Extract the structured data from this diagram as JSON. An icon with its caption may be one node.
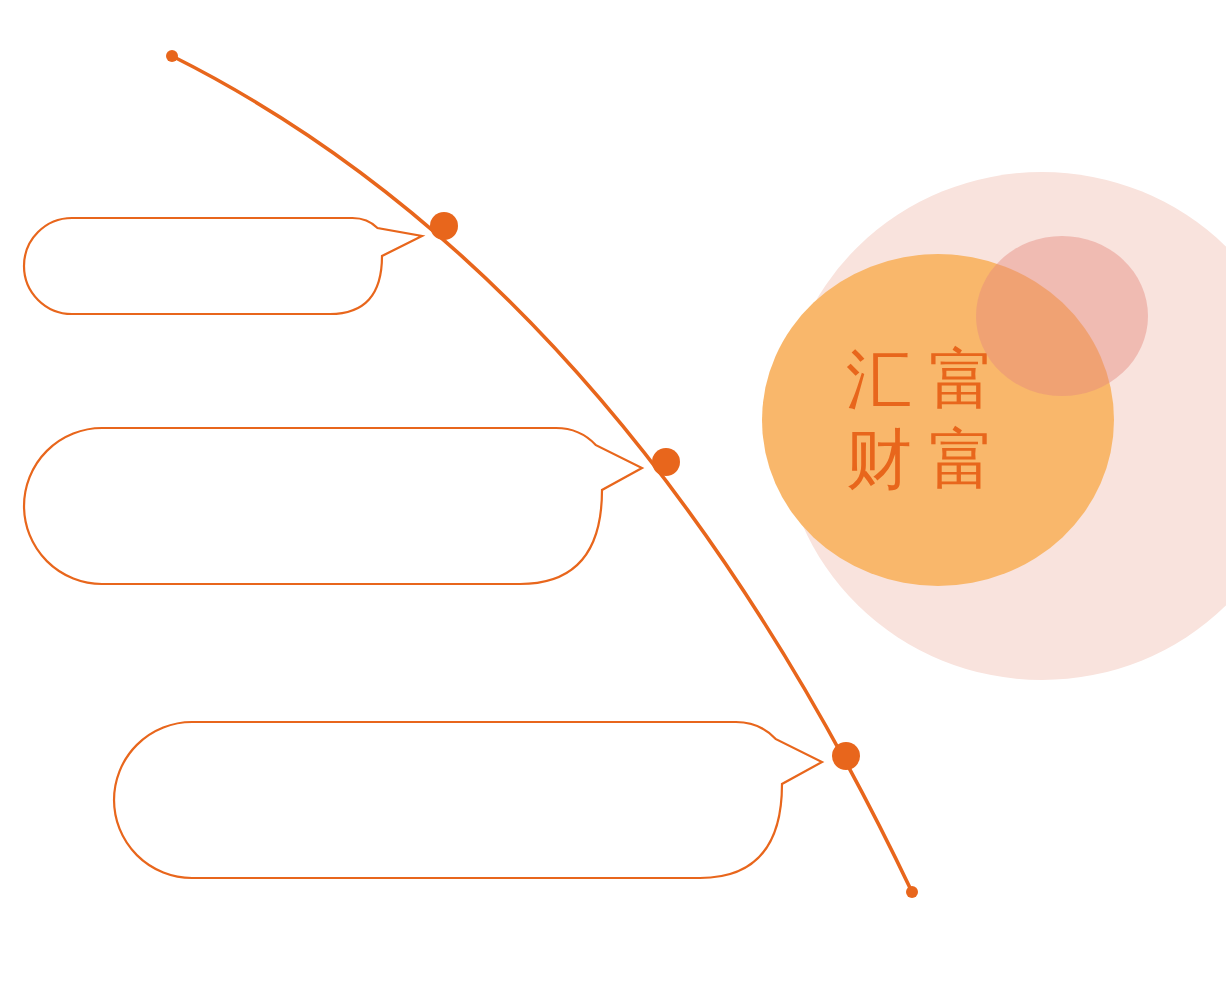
{
  "diagram": {
    "nodes": [
      {
        "text": [],
        "shape": "bubble"
      },
      {
        "text": [],
        "shape": "bubble"
      },
      {
        "text": [],
        "shape": "bubble"
      },
      {
        "text": [],
        "shape": "circle"
      },
      {
        "text": [],
        "shape": "circle"
      },
      {
        "text": [],
        "shape": "circle"
      },
      {
        "text": [
          "汇富财富"
        ]
      }
    ]
  }
}
